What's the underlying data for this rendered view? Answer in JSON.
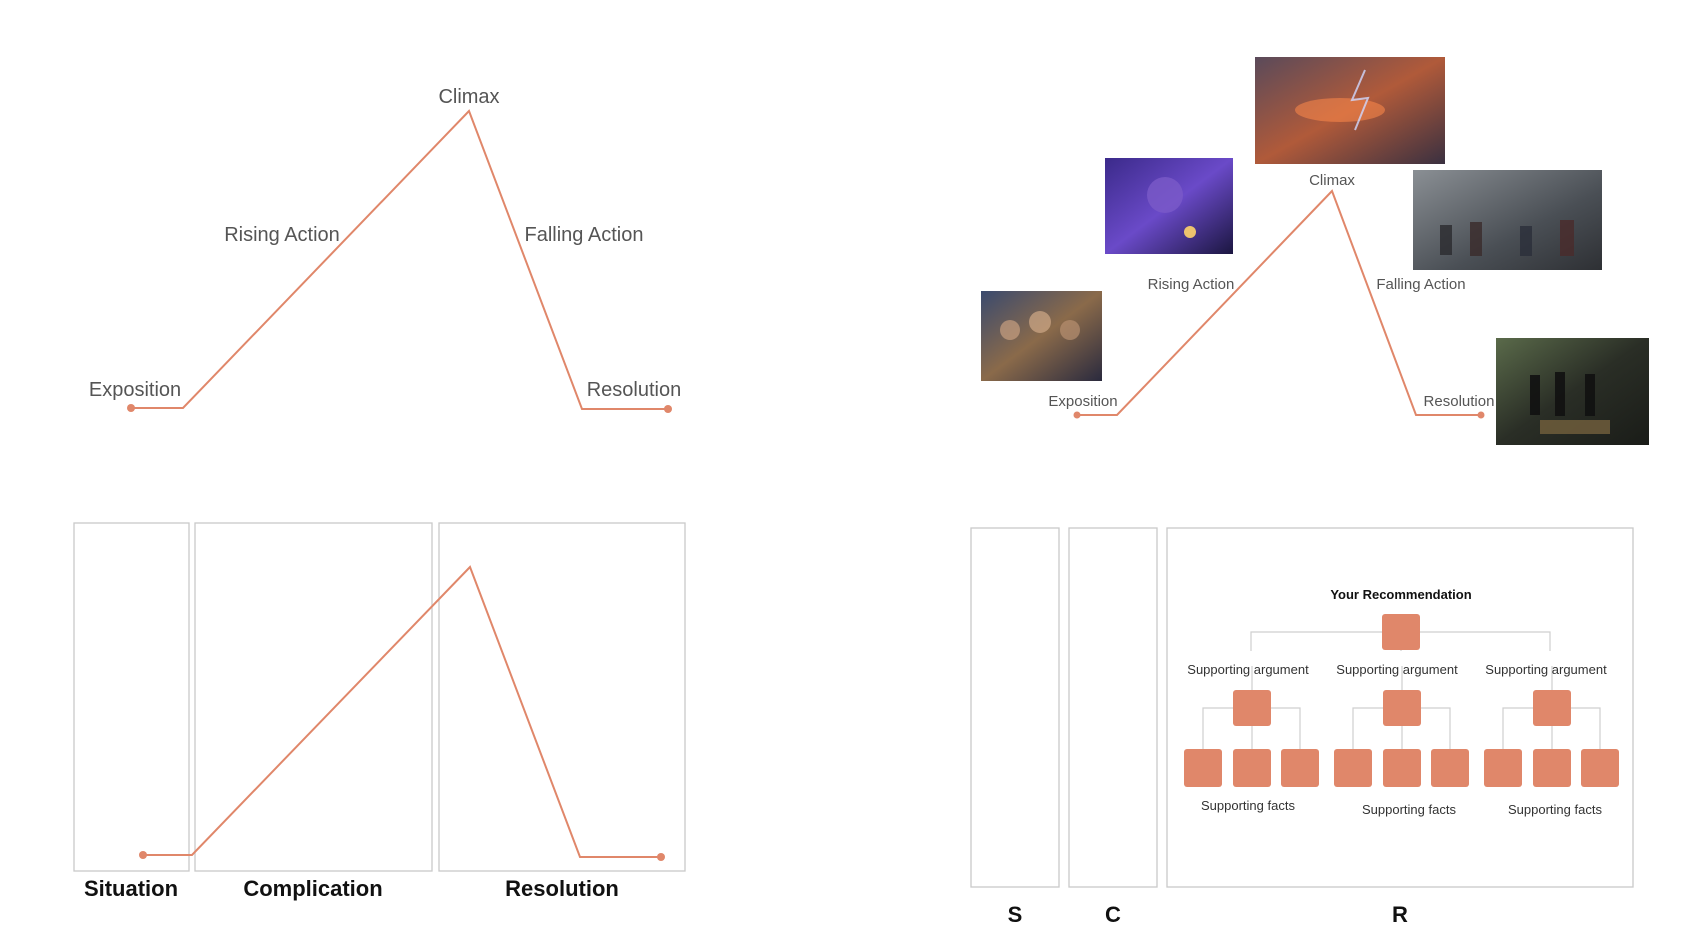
{
  "colors": {
    "accent": "#e0876a",
    "box_border": "#c9c9c9",
    "connector": "#cfcfcf"
  },
  "freytag_plain": {
    "climax": "Climax",
    "rising": "Rising Action",
    "falling": "Falling Action",
    "exposition": "Exposition",
    "resolution": "Resolution"
  },
  "freytag_movie": {
    "climax": "Climax",
    "rising": "Rising Action",
    "falling": "Falling Action",
    "exposition": "Exposition",
    "resolution": "Resolution",
    "images": [
      "movie-poster-team",
      "movie-villain",
      "movie-battle",
      "movie-aftermath",
      "movie-funeral"
    ]
  },
  "scr_arc": {
    "situation": "Situation",
    "complication": "Complication",
    "resolution": "Resolution"
  },
  "scr_pyramid": {
    "s": "S",
    "c": "C",
    "r": "R",
    "recommendation": "Your Recommendation",
    "arguments": [
      "Supporting argument",
      "Supporting argument",
      "Supporting argument"
    ],
    "facts": [
      "Supporting facts",
      "Supporting facts",
      "Supporting facts"
    ]
  }
}
